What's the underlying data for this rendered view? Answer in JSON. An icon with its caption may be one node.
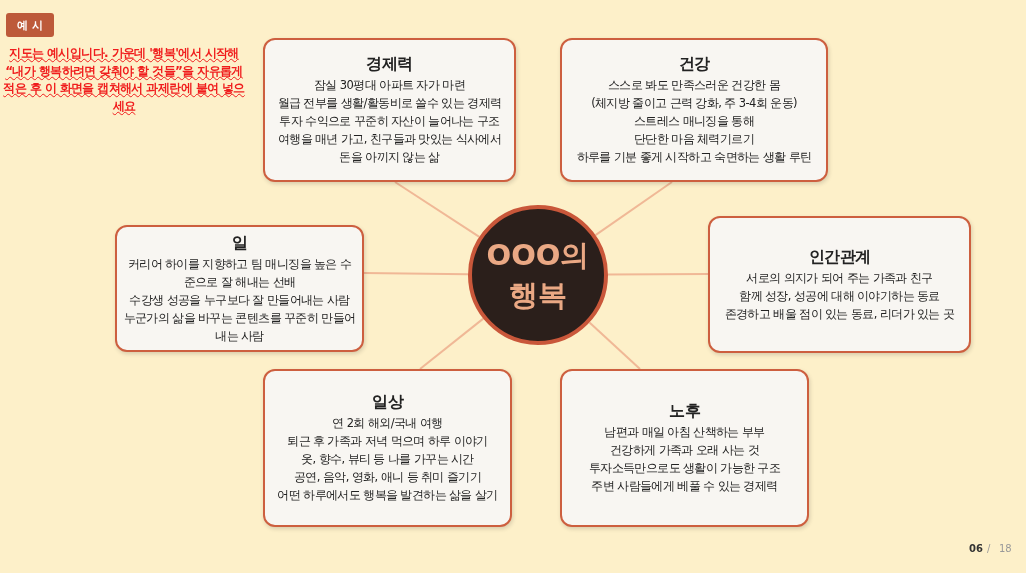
{
  "diagram": {
    "nodes": [
      {
        "text": [
          "예 시"
        ]
      },
      {
        "text": [
          "경제력",
          "잠실 30평대 아파트 자가 마련",
          "월급 전부를 생활/활동비로 쓸수 있는 경제력",
          "투자 수익으로 꾸준히 자산이 늘어나는 구조",
          "여행을 매년 가고, 친구들과 맛있는 식사에서 돈을 아끼지 않는 삶"
        ]
      },
      {
        "text": [
          "건강",
          "스스로 봐도 만족스러운 건강한 몸",
          "(체지방 줄이고 근력 강화, 주 3-4회 운동)",
          "스트레스 매니징을 통해",
          "단단한 마음 체력기르기",
          "하루를 기분 좋게 시작하고 숙면하는 생활 루틴"
        ]
      },
      {
        "text": [
          "일",
          "커리어 하이를 지향하고 팀 매니징을 높은 수준으로 잘 해내는 선배",
          "수강생 성공을 누구보다 잘 만들어내는 사람",
          "누군가의 삶을 바꾸는 콘텐츠를 꾸준히 만들어내는 사람"
        ]
      },
      {
        "text": [
          "OOO의 행복"
        ]
      },
      {
        "text": [
          "인간관계",
          "서로의 의지가 되어 주는 가족과 친구",
          "함께 성장, 성공에 대해 이야기하는 동료",
          "존경하고 배울 점이 있는 동료, 리더가 있는 곳"
        ]
      },
      {
        "text": [
          "일상",
          "연 2회 해외/국내 여행",
          "퇴근 후 가족과 저녁 먹으며 하루 이야기",
          "옷, 향수, 뷰티 등 나를 가꾸는 시간",
          "공연, 음악, 영화, 애니 등 취미 즐기기",
          "어떤 하루에서도 행복을 발견하는 삶을 살기"
        ]
      },
      {
        "text": [
          "노후",
          "남편과 매일 아침 산책하는 부부",
          "건강하게 가족과 오래 사는 것",
          "투자소득만으로도 생활이 가능한 구조",
          "주변 사람들에게 베풀 수 있는 경제력"
        ]
      }
    ],
    "edges": [
      {
        "from": 4,
        "to": 1,
        "arrow": "none"
      },
      {
        "from": 4,
        "to": 2,
        "arrow": "none"
      },
      {
        "from": 4,
        "to": 3,
        "arrow": "none"
      },
      {
        "from": 4,
        "to": 5,
        "arrow": "none"
      },
      {
        "from": 4,
        "to": 6,
        "arrow": "none"
      },
      {
        "from": 4,
        "to": 7,
        "arrow": "none"
      }
    ],
    "labels": [
      "지도는 예시입니다. 가운데 '행복'에서 시작해 “내가 행복하려면 갖춰야 할 것들”을 자유롭게 적은 후 이 화면을 캡쳐해서 과제란에 붙여 넣으세요",
      "06",
      "/",
      "18"
    ]
  }
}
